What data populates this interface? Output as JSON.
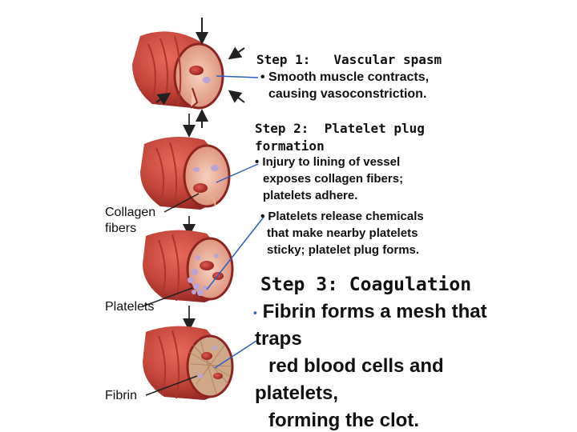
{
  "steps": [
    {
      "title": "Step 1:   Vascular spasm",
      "bullets": [
        "• Smooth muscle contracts,",
        "causing vasoconstriction."
      ]
    },
    {
      "title_lines": [
        "Step 2:  Platelet plug",
        "formation"
      ],
      "bullet_a": [
        "• Injury to lining of vessel",
        "exposes collagen fibers;",
        "platelets adhere."
      ],
      "bullet_b": [
        "• Platelets release chemicals",
        "that make nearby platelets",
        "sticky; platelet plug forms."
      ]
    },
    {
      "title": "Step 3: Coagulation",
      "bullet_marker": "•",
      "lines": [
        "Fibrin forms a mesh that",
        "traps",
        "red blood cells and",
        "platelets,",
        "forming the clot."
      ]
    }
  ],
  "labels": {
    "collagen": [
      "Collagen",
      "fibers"
    ],
    "platelets": "Platelets",
    "fibrin": "Fibrin"
  },
  "colors": {
    "vessel_outer": "#c4453a",
    "vessel_inner": "#e9a58e",
    "vessel_dark": "#8e2420",
    "rbc": "#b8312c",
    "platelet": "#b9a4d6",
    "leader_line": "#2a60c0",
    "arrow": "#222222"
  }
}
